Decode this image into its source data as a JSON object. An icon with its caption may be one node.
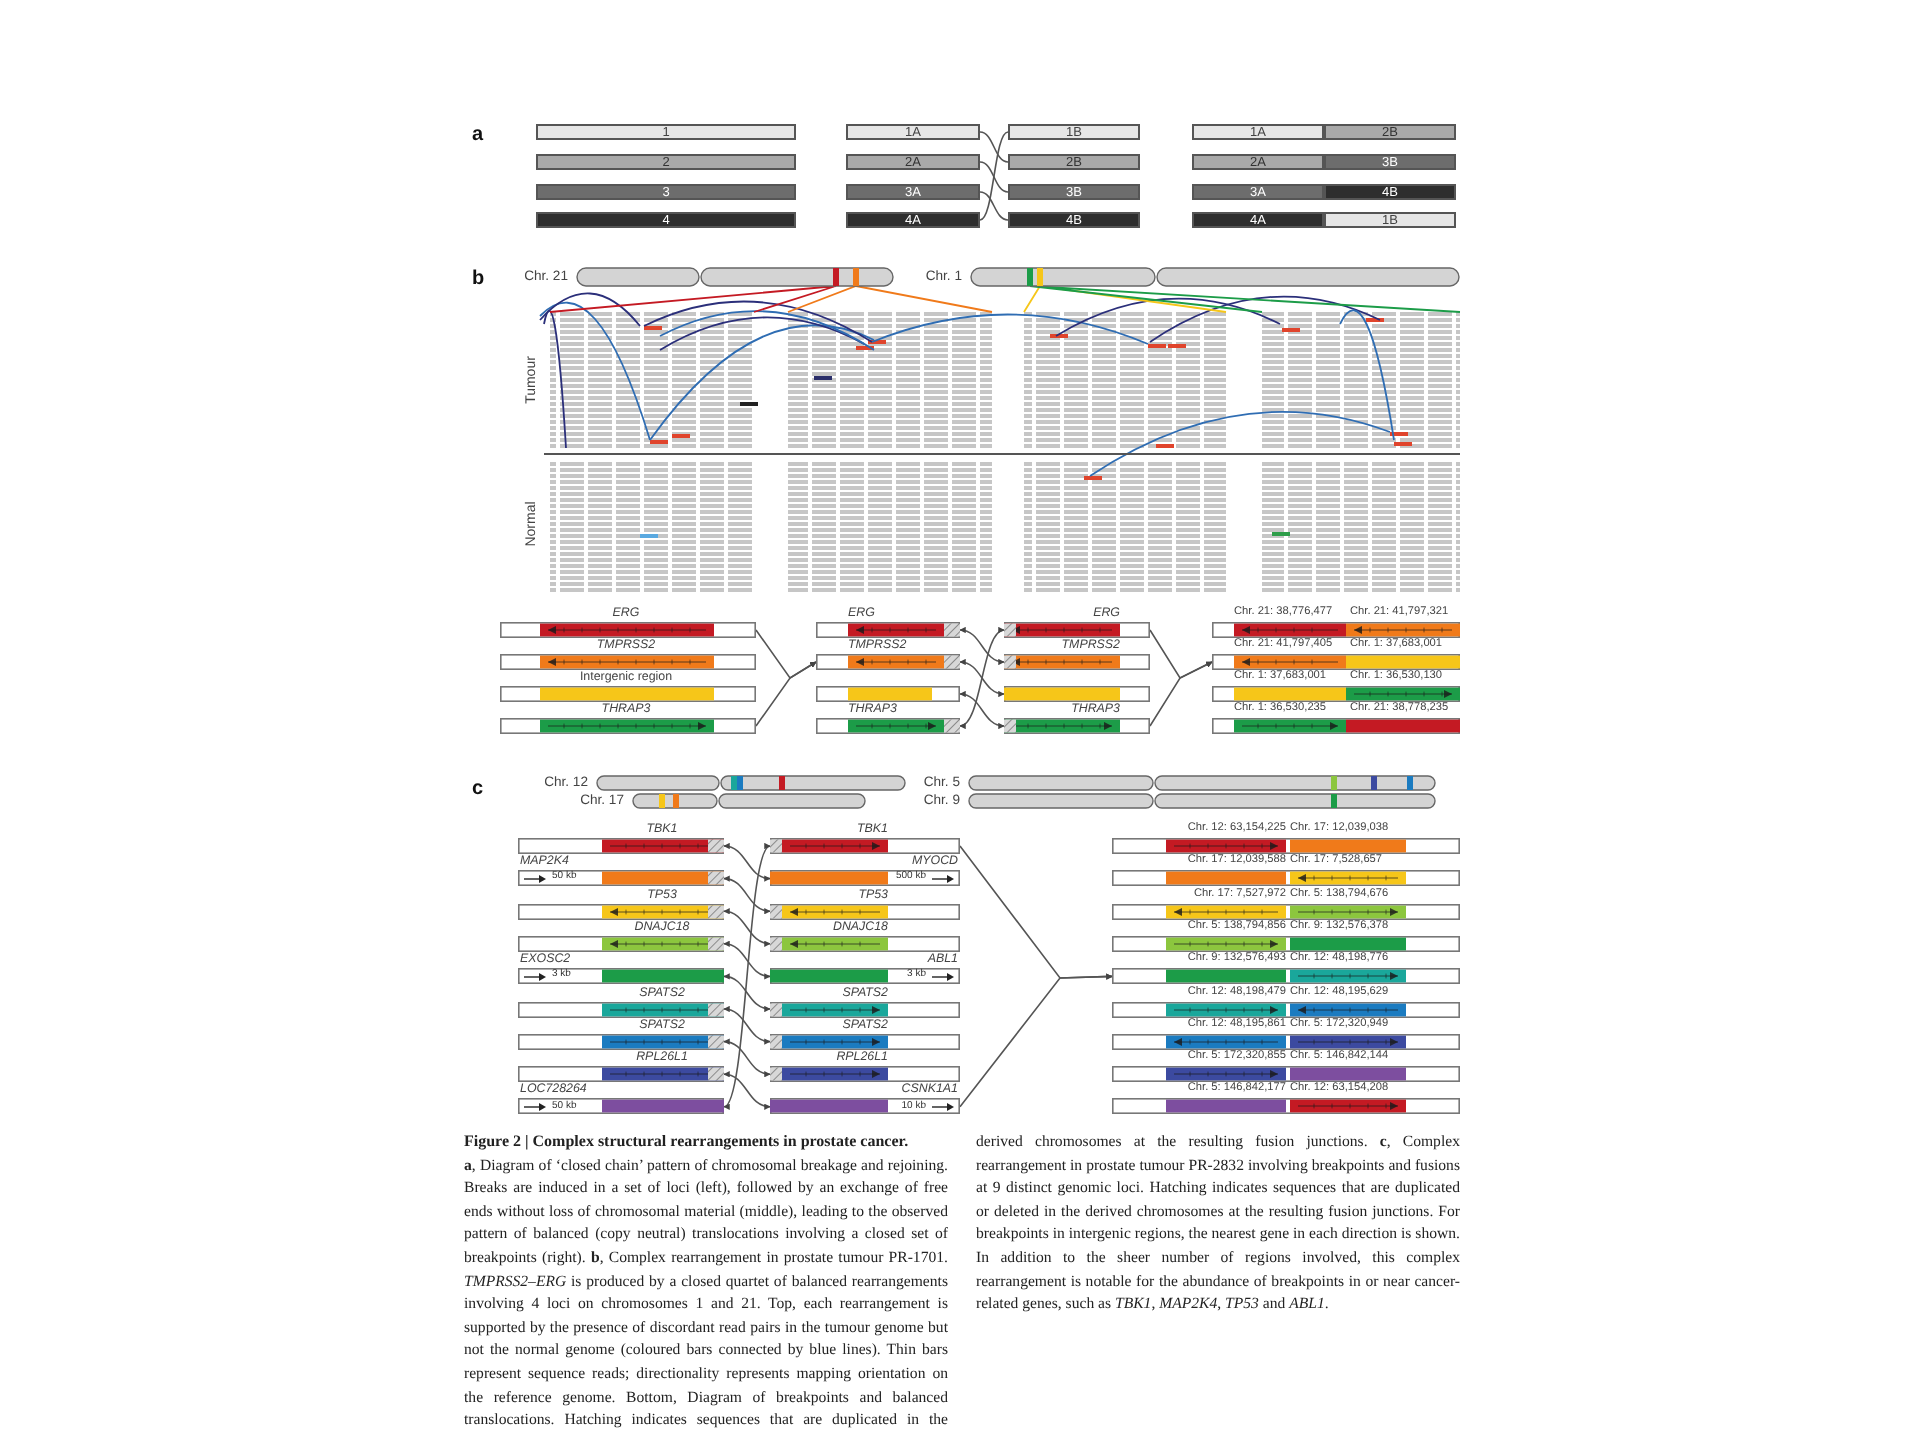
{
  "diagram": {
    "title": "Figure 2 | Complex structural rearrangements in prostate cancer.",
    "caption": "**a**, Diagram of ‘closed chain’ pattern of chromosomal breakage and rejoining. Breaks are induced in a set of loci (left), followed by an exchange of free ends without loss of chromosomal material (middle), leading to the observed pattern of balanced (copy neutral) translocations involving a closed set of breakpoints (right). **b**, Complex rearrangement in prostate tumour PR-1701. *TMPRSS2–ERG* is produced by a closed quartet of balanced rearrangements involving 4 loci on chromosomes 1 and 21. Top, each rearrangement is supported by the presence of discordant read pairs in the tumour genome but not the normal genome (coloured bars connected by blue lines). Thin bars represent sequence reads; directionality represents mapping orientation on the reference genome. Bottom, Diagram of breakpoints and balanced translocations. Hatching indicates sequences that are duplicated in the derived chromosomes at the resulting fusion junctions. **c**, Complex rearrangement in prostate tumour PR-2832 involving breakpoints and fusions at 9 distinct genomic loci. Hatching indicates sequences that are duplicated or deleted in the derived chromosomes at the resulting fusion junctions. For breakpoints in intergenic regions, the nearest gene in each direction is shown. In addition to the sheer number of regions involved, this complex rearrangement is notable for the abundance of breakpoints in or near cancer-related genes, such as *TBK1*, *MAP2K4*, *TP53* and *ABL1*.",
    "nodes": [
      {
        "text": [
          "1"
        ]
      },
      {
        "text": [
          "2"
        ]
      },
      {
        "text": [
          "3"
        ]
      },
      {
        "text": [
          "4"
        ]
      },
      {
        "text": [
          "1A"
        ]
      },
      {
        "text": [
          "1B"
        ]
      },
      {
        "text": [
          "2A"
        ]
      },
      {
        "text": [
          "2B"
        ]
      },
      {
        "text": [
          "3A"
        ]
      },
      {
        "text": [
          "3B"
        ]
      },
      {
        "text": [
          "4A"
        ]
      },
      {
        "text": [
          "4B"
        ]
      },
      {
        "text": [
          "1A",
          "2B"
        ]
      },
      {
        "text": [
          "2A",
          "3B"
        ]
      },
      {
        "text": [
          "3A",
          "4B"
        ]
      },
      {
        "text": [
          "4A",
          "1B"
        ]
      },
      {
        "text": [
          "Chr. 21"
        ]
      },
      {
        "text": [
          "Chr. 1"
        ]
      },
      {
        "text": [
          "ERG"
        ]
      },
      {
        "text": [
          "TMPRSS2"
        ]
      },
      {
        "text": [
          "Intergenic region"
        ]
      },
      {
        "text": [
          "THRAP3"
        ]
      },
      {
        "text": [
          "ERG"
        ]
      },
      {
        "text": [
          "ERG"
        ]
      },
      {
        "text": [
          "TMPRSS2"
        ]
      },
      {
        "text": [
          "TMPRSS2"
        ]
      },
      {
        "text": [],
        "shape": "bar"
      },
      {
        "text": [],
        "shape": "bar"
      },
      {
        "text": [
          "THRAP3"
        ]
      },
      {
        "text": [
          "THRAP3"
        ]
      },
      {
        "text": [
          "Chr. 21: 38,776,477",
          "Chr. 21: 41,797,321"
        ]
      },
      {
        "text": [
          "Chr. 21: 41,797,405",
          "Chr. 1: 37,683,001"
        ]
      },
      {
        "text": [
          "Chr. 1: 37,683,001",
          "Chr. 1: 36,530,130"
        ]
      },
      {
        "text": [
          "Chr. 1: 36,530,235",
          "Chr. 21: 38,778,235"
        ]
      },
      {
        "text": [
          "Chr. 12"
        ]
      },
      {
        "text": [
          "Chr. 5"
        ]
      },
      {
        "text": [
          "Chr. 17"
        ]
      },
      {
        "text": [
          "Chr. 9"
        ]
      },
      {
        "text": [
          "TBK1"
        ]
      },
      {
        "text": [
          "MAP2K4",
          "50 kb"
        ]
      },
      {
        "text": [
          "TP53"
        ]
      },
      {
        "text": [
          "DNAJC18"
        ]
      },
      {
        "text": [
          "EXOSC2",
          "3 kb"
        ]
      },
      {
        "text": [
          "SPATS2"
        ]
      },
      {
        "text": [
          "SPATS2"
        ]
      },
      {
        "text": [
          "RPL26L1"
        ]
      },
      {
        "text": [
          "LOC728264",
          "50 kb"
        ]
      },
      {
        "text": [
          "TBK1"
        ]
      },
      {
        "text": [
          "MYOCD",
          "500 kb"
        ]
      },
      {
        "text": [
          "TP53"
        ]
      },
      {
        "text": [
          "DNAJC18"
        ]
      },
      {
        "text": [
          "ABL1",
          "3 kb"
        ]
      },
      {
        "text": [
          "SPATS2"
        ]
      },
      {
        "text": [
          "SPATS2"
        ]
      },
      {
        "text": [
          "RPL26L1"
        ]
      },
      {
        "text": [
          "CSNK1A1",
          "10 kb"
        ]
      },
      {
        "text": [
          "Chr. 12: 63,154,225",
          "Chr. 17: 12,039,038"
        ]
      },
      {
        "text": [
          "Chr. 17: 12,039,588",
          "Chr. 17: 7,528,657"
        ]
      },
      {
        "text": [
          "Chr. 17: 7,527,972",
          "Chr. 5: 138,794,676"
        ]
      },
      {
        "text": [
          "Chr. 5: 138,794,856",
          "Chr. 9: 132,576,378"
        ]
      },
      {
        "text": [
          "Chr. 9: 132,576,493",
          "Chr. 12: 48,198,776"
        ]
      },
      {
        "text": [
          "Chr. 12: 48,198,479",
          "Chr. 12: 48,195,629"
        ]
      },
      {
        "text": [
          "Chr. 12: 48,195,861",
          "Chr. 5: 172,320,949"
        ]
      },
      {
        "text": [
          "Chr. 5: 172,320,855",
          "Chr. 5: 146,842,144"
        ]
      },
      {
        "text": [
          "Chr. 5: 146,842,177",
          "Chr. 12: 63,154,208"
        ]
      }
    ],
    "edges": [
      {
        "from": 4,
        "to": 7,
        "arrow": "none"
      },
      {
        "from": 6,
        "to": 9,
        "arrow": "none"
      },
      {
        "from": 8,
        "to": 11,
        "arrow": "none"
      },
      {
        "from": 10,
        "to": 5,
        "arrow": "none"
      },
      {
        "from": 22,
        "to": 25,
        "arrow": "both"
      },
      {
        "from": 24,
        "to": 27,
        "arrow": "both"
      },
      {
        "from": 26,
        "to": 29,
        "arrow": "both"
      },
      {
        "from": 28,
        "to": 23,
        "arrow": "both"
      },
      {
        "from": 38,
        "to": 48,
        "arrow": "both"
      },
      {
        "from": 39,
        "to": 49,
        "arrow": "both"
      },
      {
        "from": 40,
        "to": 50,
        "arrow": "both"
      },
      {
        "from": 41,
        "to": 51,
        "arrow": "both"
      },
      {
        "from": 42,
        "to": 52,
        "arrow": "both"
      },
      {
        "from": 43,
        "to": 53,
        "arrow": "both"
      },
      {
        "from": 44,
        "to": 54,
        "arrow": "both"
      },
      {
        "from": 45,
        "to": 55,
        "arrow": "both"
      },
      {
        "from": 46,
        "to": 47,
        "arrow": "both"
      },
      {
        "from": 18,
        "to": 24,
        "arrow": "to"
      },
      {
        "from": 21,
        "to": 24,
        "arrow": "to"
      },
      {
        "from": 23,
        "to": 31,
        "arrow": "to"
      },
      {
        "from": 29,
        "to": 31,
        "arrow": "to"
      },
      {
        "from": 47,
        "to": 60,
        "arrow": "to"
      },
      {
        "from": 55,
        "to": 60,
        "arrow": "to"
      }
    ],
    "labels": [
      "a",
      "b",
      "Tumour",
      "Normal",
      "c"
    ]
  }
}
